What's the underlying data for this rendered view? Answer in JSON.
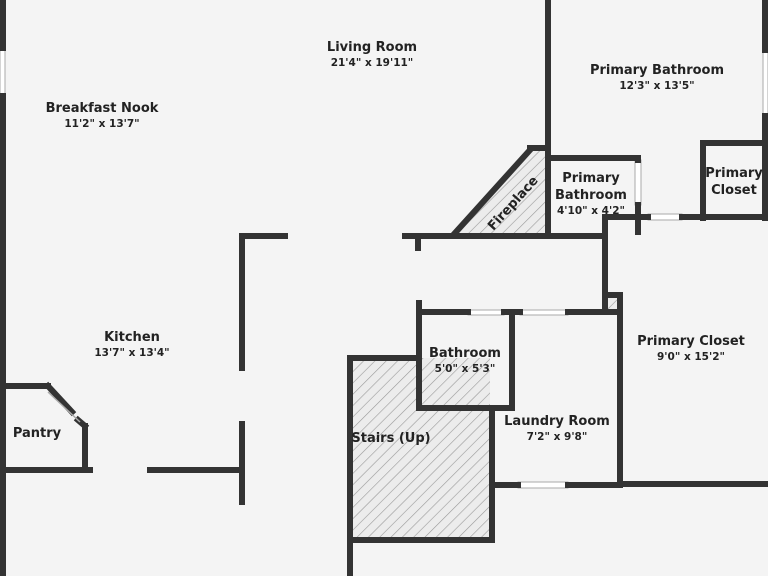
{
  "rooms": {
    "living_room": {
      "name": "Living Room",
      "dims": "21'4\" x 19'11\""
    },
    "primary_bathroom_main": {
      "name": "Primary Bathroom",
      "dims": "12'3\" x 13'5\""
    },
    "breakfast_nook": {
      "name": "Breakfast Nook",
      "dims": "11'2\" x 13'7\""
    },
    "fireplace": {
      "name": "Fireplace"
    },
    "primary_bathroom_small": {
      "name_line1": "Primary",
      "name_line2": "Bathroom",
      "dims": "4'10\" x 4'2\""
    },
    "primary_closet_small": {
      "name_line1": "Primary",
      "name_line2": "Closet"
    },
    "primary_closet": {
      "name": "Primary Closet",
      "dims": "9'0\" x 15'2\""
    },
    "kitchen": {
      "name": "Kitchen",
      "dims": "13'7\" x 13'4\""
    },
    "bathroom": {
      "name": "Bathroom",
      "dims": "5'0\" x 5'3\""
    },
    "laundry_room": {
      "name": "Laundry Room",
      "dims": "7'2\" x 9'8\""
    },
    "pantry": {
      "name": "Pantry"
    },
    "stairs": {
      "name": "Stairs (Up)"
    }
  },
  "colors": {
    "background": "#f4f4f4",
    "wall": "#333333",
    "hatch": "#999999",
    "text": "#222222"
  }
}
